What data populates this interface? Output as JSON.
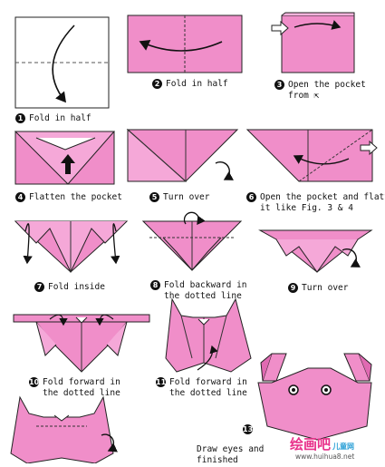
{
  "steps": [
    {
      "n": "1",
      "caption": "Fold in half"
    },
    {
      "n": "2",
      "caption": "Fold in half"
    },
    {
      "n": "3",
      "caption": "Open the pocket",
      "caption2": "from"
    },
    {
      "n": "4",
      "caption": "Flatten the pocket"
    },
    {
      "n": "5",
      "caption": "Turn over"
    },
    {
      "n": "6",
      "caption": "Open the pocket and flatten",
      "caption2": "it like Fig. 3 & 4"
    },
    {
      "n": "7",
      "caption": "Fold inside"
    },
    {
      "n": "8",
      "caption": "Fold backward in",
      "caption2": "the dotted line"
    },
    {
      "n": "9",
      "caption": "Turn over"
    },
    {
      "n": "10",
      "caption": "Fold forward in",
      "caption2": "the dotted line"
    },
    {
      "n": "11",
      "caption": "Fold forward in",
      "caption2": "the dotted line"
    },
    {
      "n": "13",
      "caption": "Draw eyes and",
      "caption2": "finished"
    }
  ],
  "watermark": {
    "text": "绘画吧",
    "sub": "儿童网",
    "url": "www.huihua8.net"
  },
  "colors": {
    "paper": "#f08ec9",
    "paper_dark": "#e06ab2",
    "outline": "#222222"
  }
}
